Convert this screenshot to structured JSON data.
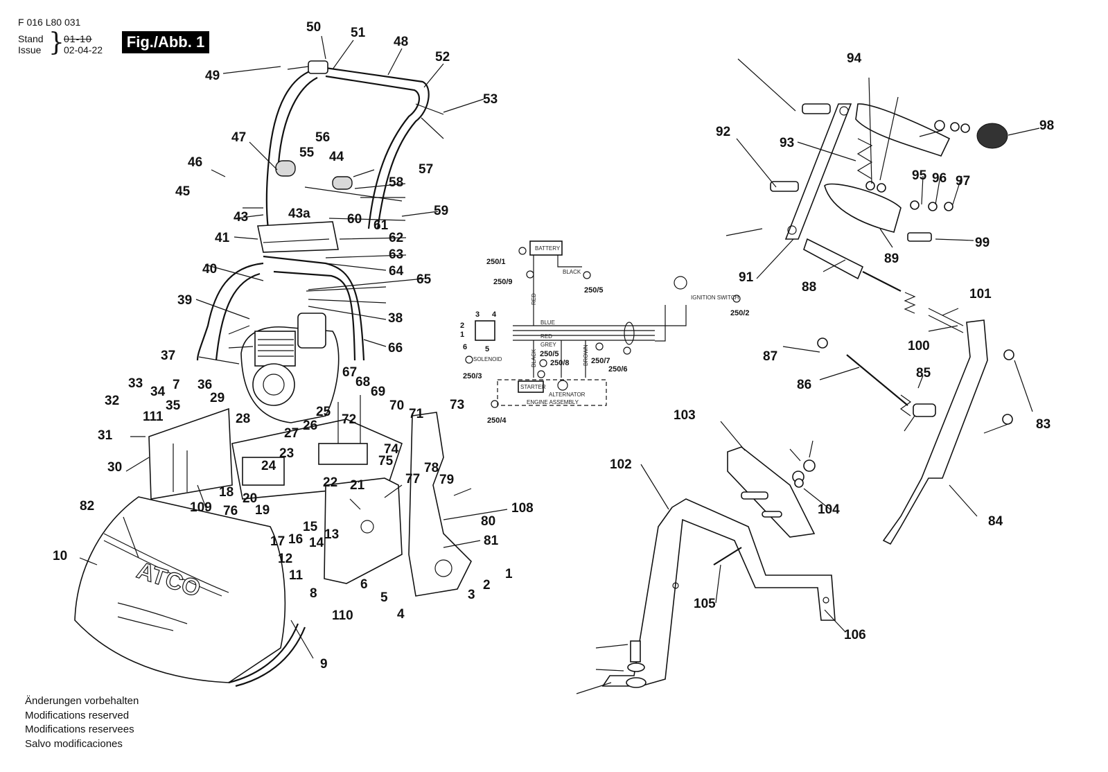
{
  "header": {
    "doc_code": "F 016 L80 031",
    "stand_label": "Stand",
    "issue_label": "Issue",
    "old_date": "01-10",
    "issue_date": "02-04-22",
    "figure_title": "Fig./Abb. 1"
  },
  "notes": [
    "Änderungen vorbehalten",
    "Modifications reserved",
    "Modifications reservees",
    "Salvo modificaciones"
  ],
  "part_labels": [
    "1",
    "2",
    "3",
    "4",
    "5",
    "6",
    "7",
    "8",
    "9",
    "10",
    "11",
    "12",
    "13",
    "14",
    "15",
    "16",
    "17",
    "18",
    "19",
    "20",
    "21",
    "22",
    "23",
    "24",
    "25",
    "26",
    "27",
    "28",
    "29",
    "30",
    "31",
    "32",
    "33",
    "34",
    "35",
    "36",
    "37",
    "38",
    "39",
    "40",
    "41",
    "43",
    "43a",
    "44",
    "45",
    "46",
    "47",
    "48",
    "49",
    "50",
    "51",
    "52",
    "53",
    "55",
    "56",
    "57",
    "58",
    "59",
    "60",
    "61",
    "62",
    "63",
    "64",
    "65",
    "66",
    "67",
    "68",
    "69",
    "70",
    "71",
    "72",
    "73",
    "74",
    "75",
    "76",
    "77",
    "78",
    "79",
    "80",
    "81",
    "82",
    "83",
    "84",
    "85",
    "86",
    "87",
    "88",
    "89",
    "91",
    "92",
    "93",
    "94",
    "95",
    "96",
    "97",
    "98",
    "99",
    "100",
    "101",
    "102",
    "103",
    "104",
    "105",
    "106",
    "108",
    "109",
    "110",
    "111"
  ],
  "wiring": {
    "battery": "BATTERY",
    "black": "BLACK",
    "red": "RED",
    "blue": "BLUE",
    "grey": "GREY",
    "brown": "BROWN",
    "solenoid": "SOLENOID",
    "starter": "STARTER",
    "alternator": "ALTERNATOR",
    "engine_assembly": "ENGINE ASSEMBLY",
    "ignition_switch": "IGNITION SWITCH",
    "refs": [
      "250/1",
      "250/9",
      "250/5",
      "250/2",
      "250/3",
      "250/5",
      "250/8",
      "250/7",
      "250/6",
      "250/4"
    ],
    "terminals": [
      "2",
      "1",
      "6",
      "3",
      "4",
      "5"
    ]
  },
  "brand_logo_text": "ATCO"
}
